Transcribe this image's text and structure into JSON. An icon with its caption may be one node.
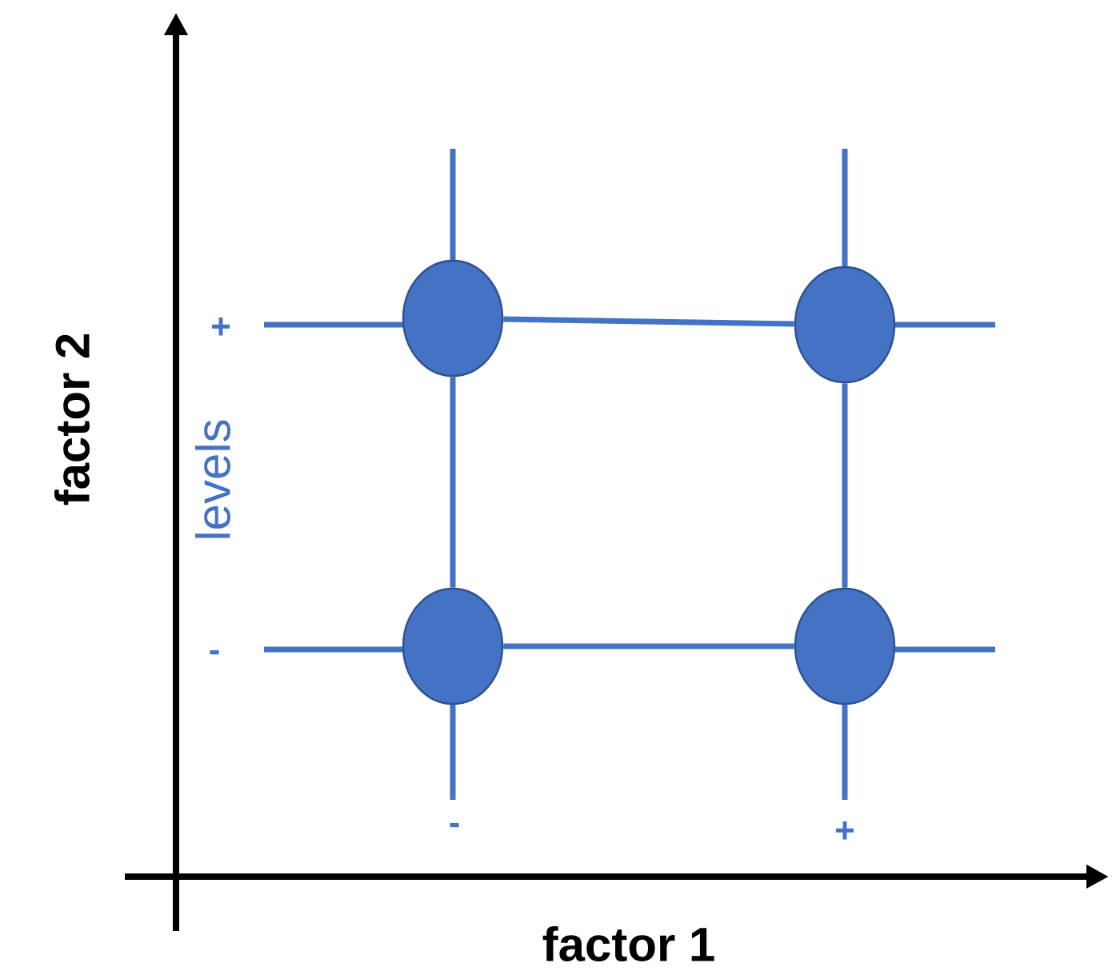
{
  "diagram": {
    "nodes": [
      {
        "text": [],
        "shape": "circle"
      },
      {
        "text": [],
        "shape": "circle"
      },
      {
        "text": [],
        "shape": "circle"
      },
      {
        "text": [],
        "shape": "circle"
      }
    ],
    "edges": [
      {
        "from": 0,
        "to": 1,
        "arrow": "none"
      },
      {
        "from": 2,
        "to": 3,
        "arrow": "none"
      },
      {
        "from": 0,
        "to": 2,
        "arrow": "none"
      },
      {
        "from": 1,
        "to": 3,
        "arrow": "none"
      }
    ],
    "labels": [
      "+",
      "levels",
      "-",
      "-",
      "+",
      "factor 2",
      "factor 1"
    ]
  }
}
